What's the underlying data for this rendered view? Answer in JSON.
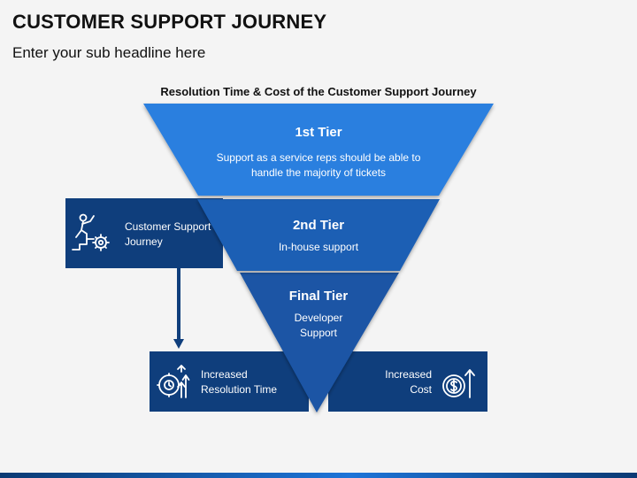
{
  "header": {
    "title": "CUSTOMER SUPPORT JOURNEY",
    "subtitle": "Enter your sub headline here"
  },
  "diagram": {
    "title": "Resolution Time & Cost of the Customer Support Journey",
    "tiers": [
      {
        "heading": "1st Tier",
        "description": "Support as a service reps should be able to handle the majority of tickets"
      },
      {
        "heading": "2nd Tier",
        "description": "In-house support"
      },
      {
        "heading": "Final Tier",
        "description": "Developer Support"
      }
    ],
    "journey_box": {
      "label": "Customer Support Journey",
      "icon": "climber-gear-icon"
    },
    "resolution_box": {
      "label": "Increased Resolution Time",
      "icon": "clock-gear-arrow-icon"
    },
    "cost_box": {
      "label": "Increased Cost",
      "icon": "dollar-coin-arrow-icon"
    }
  },
  "colors": {
    "tier1": "#2b7fdf",
    "tier2": "#1b5fb4",
    "tier3": "#1a55a5",
    "boxes": "#0f3e7c",
    "arrow": "#0f3e7c"
  }
}
